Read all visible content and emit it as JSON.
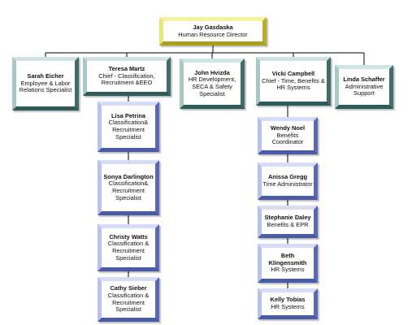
{
  "chart_data": {
    "type": "org-chart",
    "root": {
      "name": "Jay Gasdaska",
      "title": "Human Resource Director"
    },
    "direct_reports": [
      {
        "name": "Sarah Eicher",
        "title": "Employee & Labor Relations Specialist"
      },
      {
        "name": "Teresa Martz",
        "title": "Chief - Classification, Recruitment &EEO",
        "reports": [
          {
            "name": "Lisa Petrina",
            "title": "Classification& Recruitment Specialist"
          },
          {
            "name": "Sonya Darlington",
            "title": "Classification& Recruitment Specialist"
          },
          {
            "name": "Christy Watts",
            "title": "Classification & Recruitment Specialist"
          },
          {
            "name": "Cathy Sieber",
            "title": "Classification & Recruitment Specialist"
          }
        ]
      },
      {
        "name": "John Hvizda",
        "title": "HR Development, SECA & Safety Specialist"
      },
      {
        "name": "Vicki Campbell",
        "title": "Chief - Time, Benefits & HR Systems",
        "reports": [
          {
            "name": "Wendy Noel",
            "title": "Benefits Coordinator"
          },
          {
            "name": "Anissa Gregg",
            "title": "Time Administrator"
          },
          {
            "name": "Stephanie Daley",
            "title": "Benefits & EPR"
          },
          {
            "name": "Beth Klingensmith",
            "title": "HR Systems"
          },
          {
            "name": "Kelly Tobias",
            "title": "HR Systems"
          }
        ]
      },
      {
        "name": "Linda Schaffer",
        "title": "Administrative Support"
      }
    ]
  },
  "colors": {
    "root": "#dcd83a",
    "manager": "#4f7d7d",
    "staff": "#6f7cc8",
    "line": "#000000"
  }
}
